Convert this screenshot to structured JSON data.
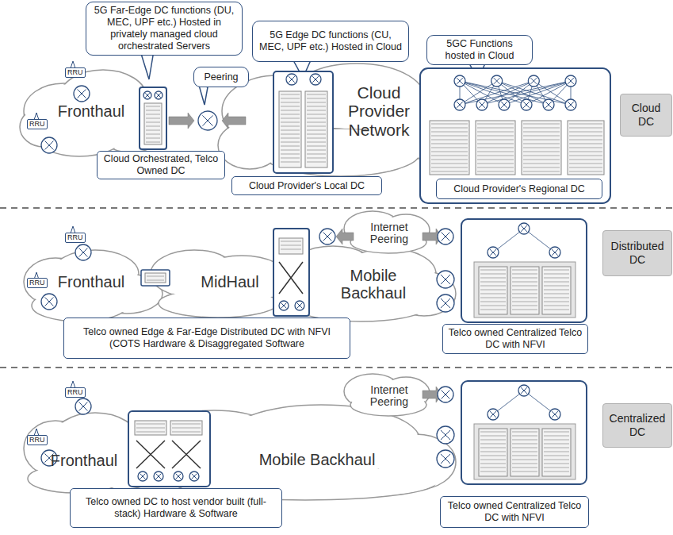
{
  "diagram": {
    "nodes": [
      {
        "text": [
          "5G Far-Edge DC functions (DU, MEC, UPF etc.) Hosted in privately managed cloud orchestrated Servers"
        ]
      },
      {
        "text": [
          "Peering"
        ]
      },
      {
        "text": [
          "5G Edge DC functions (CU, MEC, UPF etc.) Hosted in Cloud"
        ]
      },
      {
        "text": [
          "5GC Functions hosted in Cloud"
        ]
      },
      {
        "text": [
          "Fronthaul"
        ]
      },
      {
        "text": [
          "Cloud Orchestrated, Telco Owned DC"
        ]
      },
      {
        "text": [
          "Cloud Provider Network"
        ]
      },
      {
        "text": [
          "Cloud Provider's Local DC"
        ]
      },
      {
        "text": [
          "Cloud Provider's Regional DC"
        ]
      },
      {
        "text": [
          "Cloud DC"
        ]
      },
      {
        "text": [
          "Internet Peering"
        ]
      },
      {
        "text": [
          "Fronthaul"
        ]
      },
      {
        "text": [
          "MidHaul"
        ]
      },
      {
        "text": [
          "Mobile Backhaul"
        ]
      },
      {
        "text": [
          "Telco owned Edge & Far-Edge Distributed DC with NFVI (COTS Hardware & Disaggregated Software"
        ]
      },
      {
        "text": [
          "Telco owned Centralized Telco DC with NFVI"
        ]
      },
      {
        "text": [
          "Distributed DC"
        ]
      },
      {
        "text": [
          "Internet Peering"
        ]
      },
      {
        "text": [
          "Fronthaul"
        ]
      },
      {
        "text": [
          "Mobile Backhaul"
        ]
      },
      {
        "text": [
          "Telco owned DC to host vendor built (full-stack) Hardware & Software"
        ]
      },
      {
        "text": [
          "Telco owned Centralized Telco DC with NFVI"
        ]
      },
      {
        "text": [
          "Centralized DC"
        ]
      }
    ],
    "labels": [
      "RRU",
      "RRU",
      "RRU",
      "RRU",
      "RRU",
      "RRU"
    ]
  }
}
